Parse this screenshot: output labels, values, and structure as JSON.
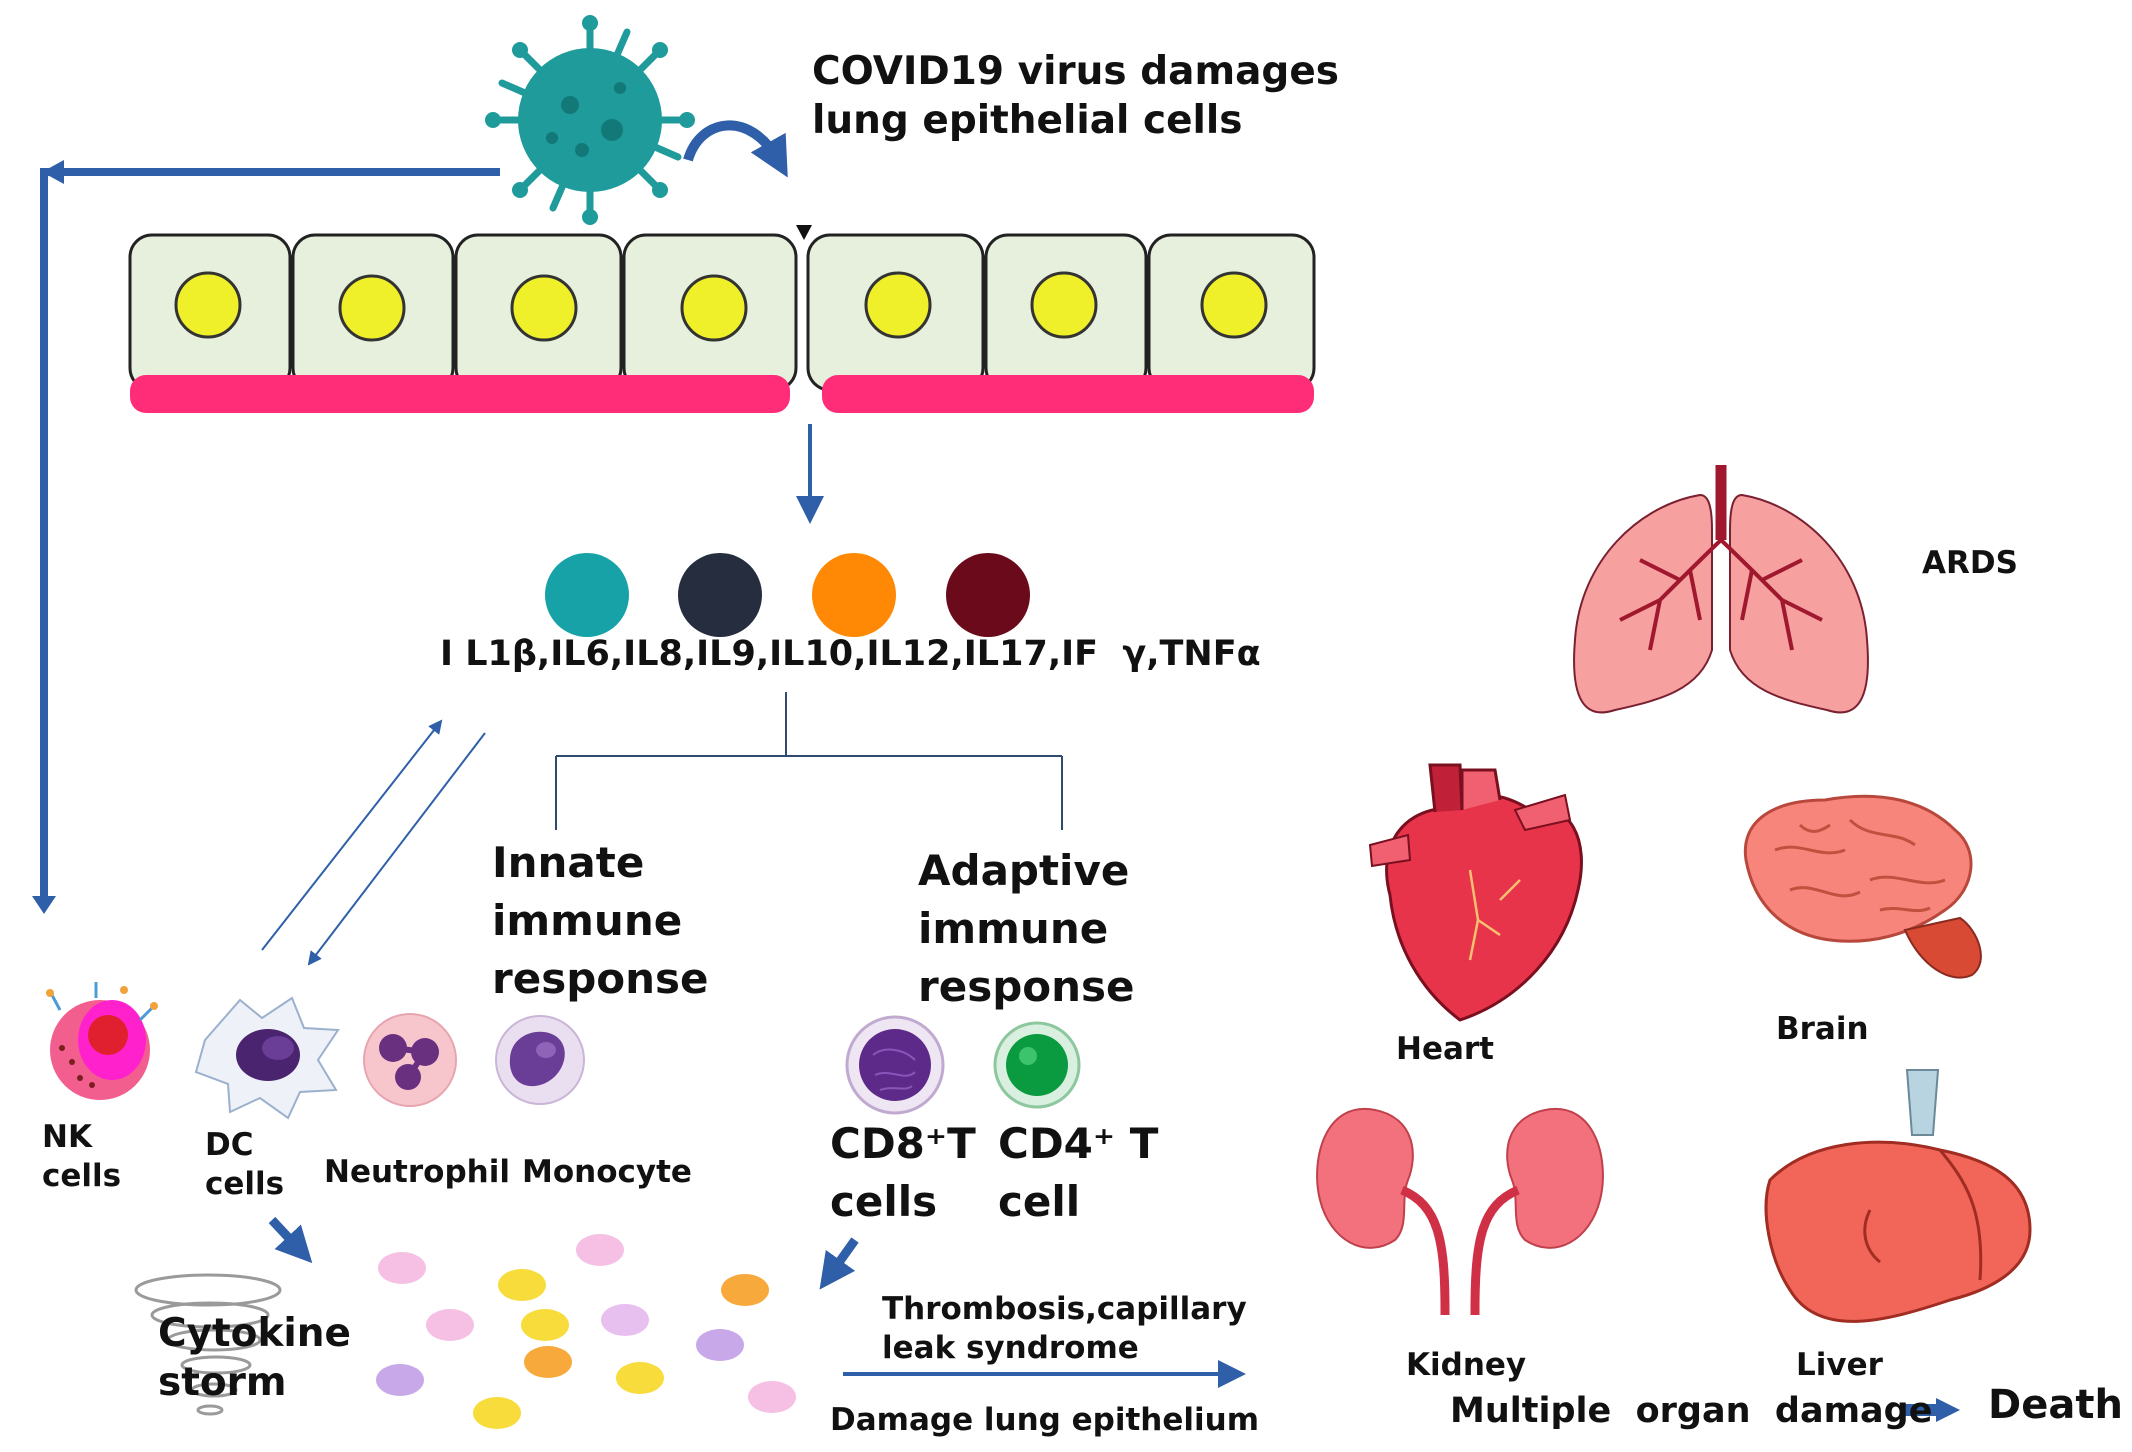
{
  "header": {
    "virus_caption": "COVID19 virus damages\nlung epithelial cells"
  },
  "cytokines": {
    "label": "I L1β,IL6,IL8,IL9,IL10,IL12,IL17,IF  γ,TNFα",
    "dot_colors": [
      "#16a2a6",
      "#262d3f",
      "#ff8805",
      "#6b0a1a"
    ]
  },
  "branches": {
    "innate": "Innate\nimmune\nresponse",
    "adaptive": "Adaptive\nimmune\nresponse"
  },
  "innate_cells": {
    "nk": "NK\ncells",
    "dc": "DC\ncells",
    "neutrophil": "Neutrophil",
    "monocyte": "Monocyte"
  },
  "adaptive_cells": {
    "cd8": "CD8⁺T\ncells",
    "cd4": "CD4⁺ T\ncell"
  },
  "storm": {
    "label": "Cytokine\nstorm"
  },
  "effects": {
    "thrombosis": "Thrombosis,capillary\nleak syndrome",
    "damage": "Damage lung epithelium"
  },
  "organs": {
    "ards": "ARDS",
    "heart": "Heart",
    "brain": "Brain",
    "kidney": "Kidney",
    "liver": "Liver"
  },
  "outcome": {
    "multiple": "Multiple  organ  damage",
    "death": "Death"
  },
  "colors": {
    "arrow": "#2f5fa8",
    "membrane": "#ff2d78",
    "cell": "#e6f0dc",
    "nucleus": "#eff02a",
    "virus": "#1f9b9b"
  }
}
